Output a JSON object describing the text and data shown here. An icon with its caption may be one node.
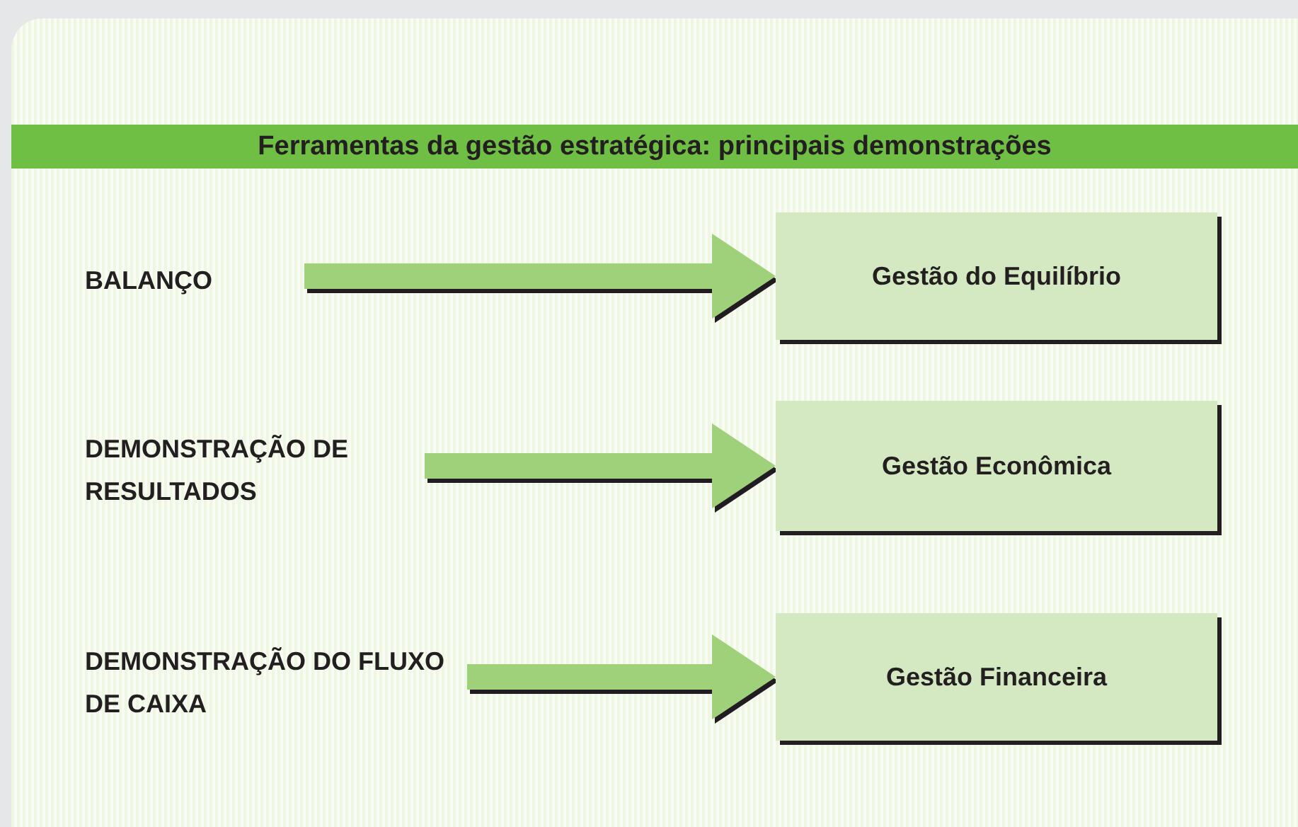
{
  "diagram": {
    "title": "Ferramentas da gestão estratégica: principais demonstrações",
    "nodes": [
      {
        "text": [
          "BALANÇO"
        ]
      },
      {
        "text": [
          "Gestão do Equilíbrio"
        ]
      },
      {
        "text": [
          "DEMONSTRAÇÃO DE RESULTADOS"
        ]
      },
      {
        "text": [
          "Gestão Econômica"
        ]
      },
      {
        "text": [
          "DEMONSTRAÇÃO DO FLUXO DE CAIXA"
        ]
      },
      {
        "text": [
          "Gestão Financeira"
        ]
      }
    ],
    "edges": [
      {
        "from": 0,
        "to": 1,
        "arrow": "to"
      },
      {
        "from": 2,
        "to": 3,
        "arrow": "to"
      },
      {
        "from": 4,
        "to": 5,
        "arrow": "to"
      }
    ]
  }
}
